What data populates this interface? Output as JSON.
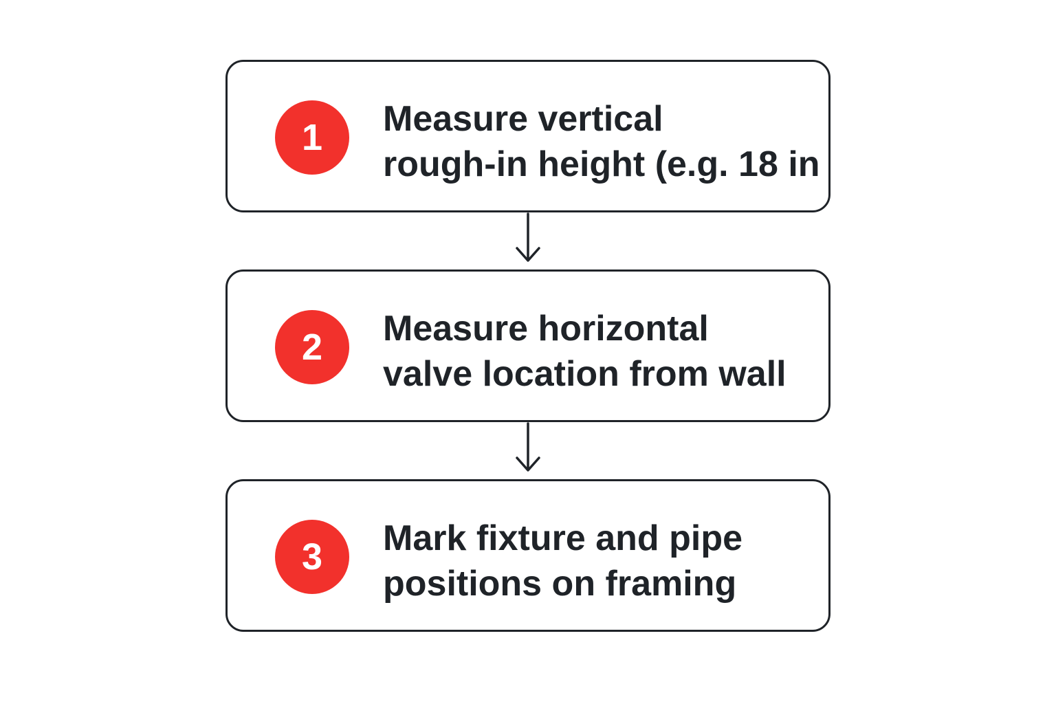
{
  "colors": {
    "accent": "#f2312c",
    "stroke": "#1f2328",
    "background": "#ffffff"
  },
  "steps": [
    {
      "number": "1",
      "lines": [
        "Measure vertical",
        "rough-in height (e.g. 18 in"
      ]
    },
    {
      "number": "2",
      "lines": [
        "Measure horizontal",
        "valve location from wall"
      ]
    },
    {
      "number": "3",
      "lines": [
        "Mark fixture and pipe",
        "positions on framing"
      ]
    }
  ],
  "connectors": [
    {
      "from": "1",
      "to": "2",
      "icon": "arrow-down-icon"
    },
    {
      "from": "2",
      "to": "3",
      "icon": "arrow-down-icon"
    }
  ]
}
